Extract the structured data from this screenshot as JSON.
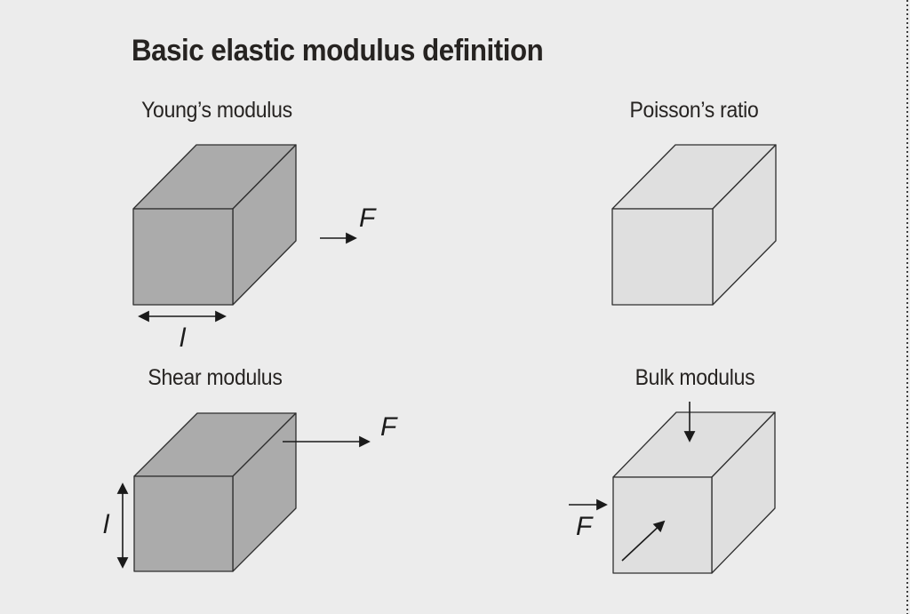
{
  "figure": {
    "title": "Basic elastic modulus definition"
  },
  "panels": {
    "youngs": {
      "label": "Young’s modulus",
      "force_label": "F",
      "length_label": "l"
    },
    "poissons": {
      "label": "Poisson’s ratio"
    },
    "shear": {
      "label": "Shear modulus",
      "force_label": "F",
      "length_label": "l"
    },
    "bulk": {
      "label": "Bulk modulus",
      "force_label": "F"
    }
  },
  "colors": {
    "background": "#ececec",
    "dark_cube": "#ababab",
    "light_cube": "#dfdfdf",
    "line": "#1a1a1a",
    "text": "#262321"
  }
}
